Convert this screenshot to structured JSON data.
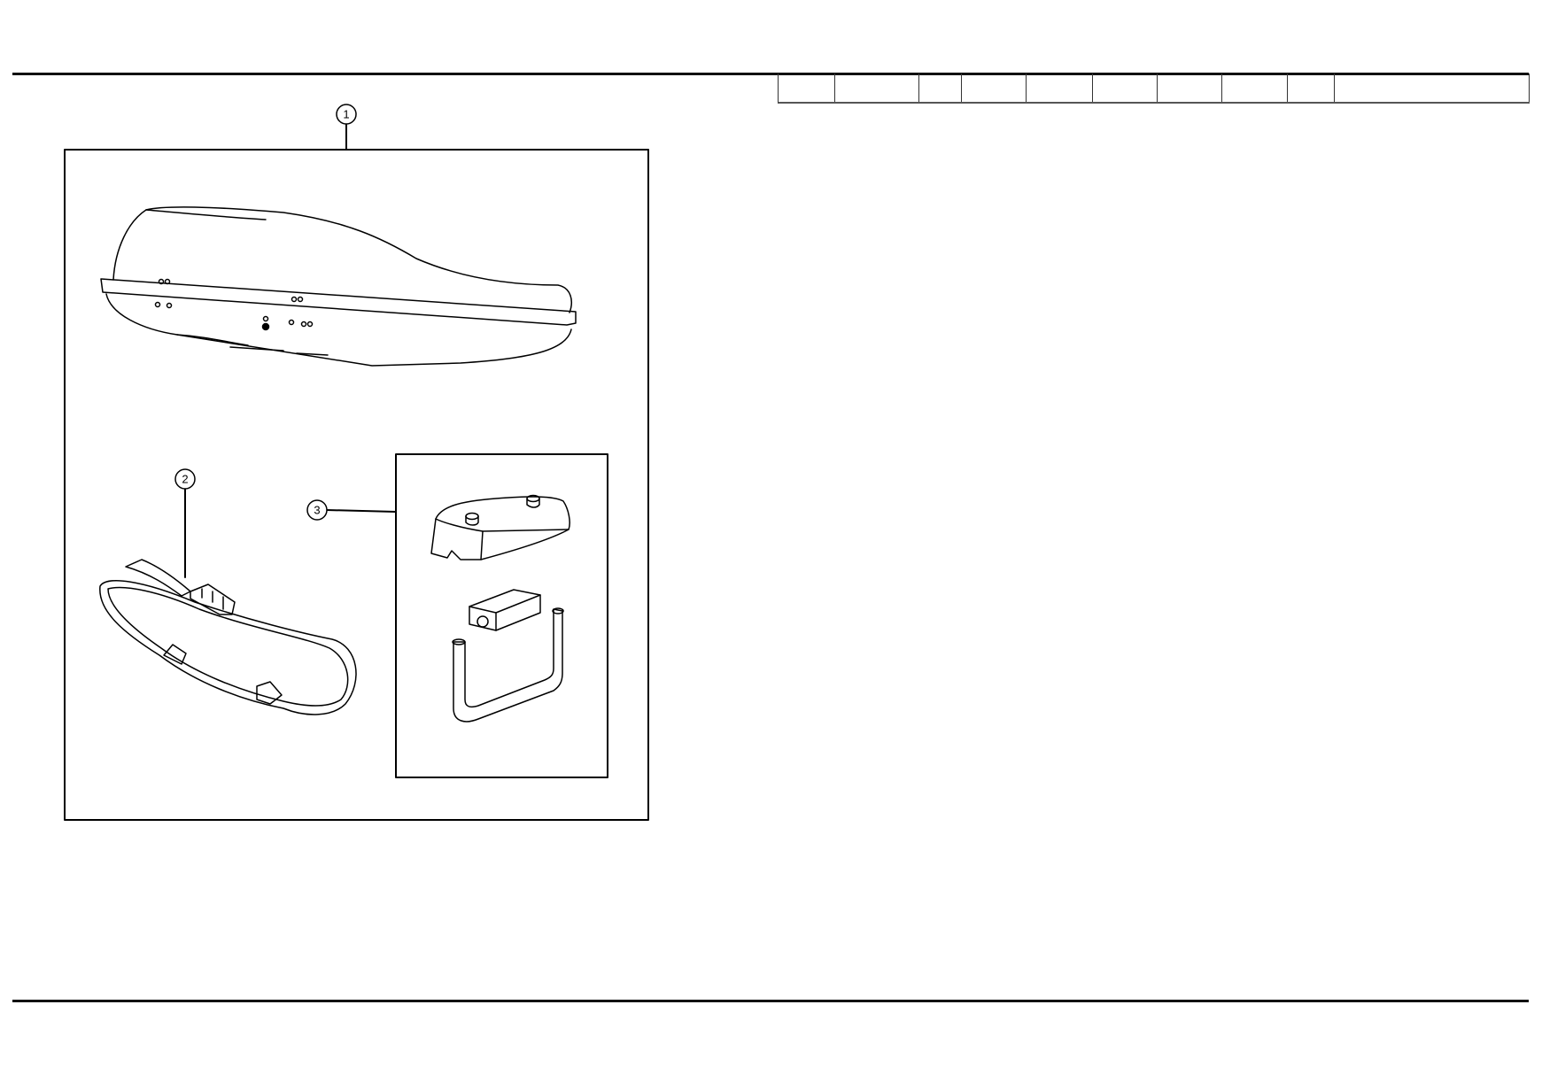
{
  "callouts": [
    {
      "number": "1"
    },
    {
      "number": "2"
    },
    {
      "number": "3"
    }
  ],
  "parts": [
    {
      "callout": "1",
      "item": "roof-cargo-box"
    },
    {
      "callout": "2",
      "item": "tie-down-strap"
    },
    {
      "callout": "3",
      "item": "mounting-bracket-kit"
    }
  ],
  "header_table": {
    "columns": 10
  }
}
